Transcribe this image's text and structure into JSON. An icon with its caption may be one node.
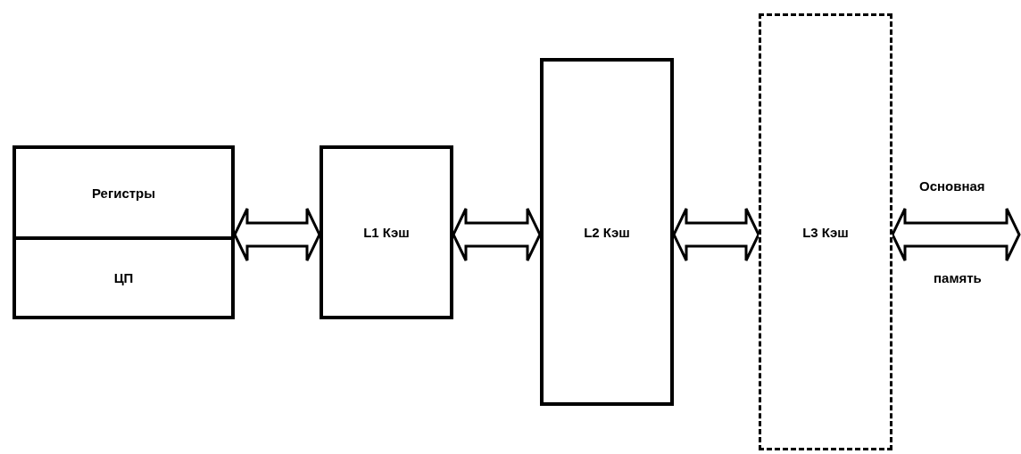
{
  "diagram": {
    "nodes": [
      {
        "text": [],
        "shape": "box"
      },
      {
        "text": [
          "Регистры"
        ],
        "in": 0
      },
      {
        "text": [
          "ЦП"
        ],
        "in": 0
      },
      {
        "text": [
          "L1 Кэш"
        ]
      },
      {
        "text": [
          "L2 Кэш"
        ]
      },
      {
        "text": [
          "L3 Кэш"
        ]
      }
    ],
    "edges": [
      {
        "from": 0,
        "to": 3,
        "arrow": "both"
      },
      {
        "from": 3,
        "to": 4,
        "arrow": "both"
      },
      {
        "from": 4,
        "to": 5,
        "arrow": "both"
      },
      {
        "from": 5,
        "to": null,
        "arrow": "both"
      }
    ],
    "labels": [
      "Основная",
      "память"
    ]
  }
}
